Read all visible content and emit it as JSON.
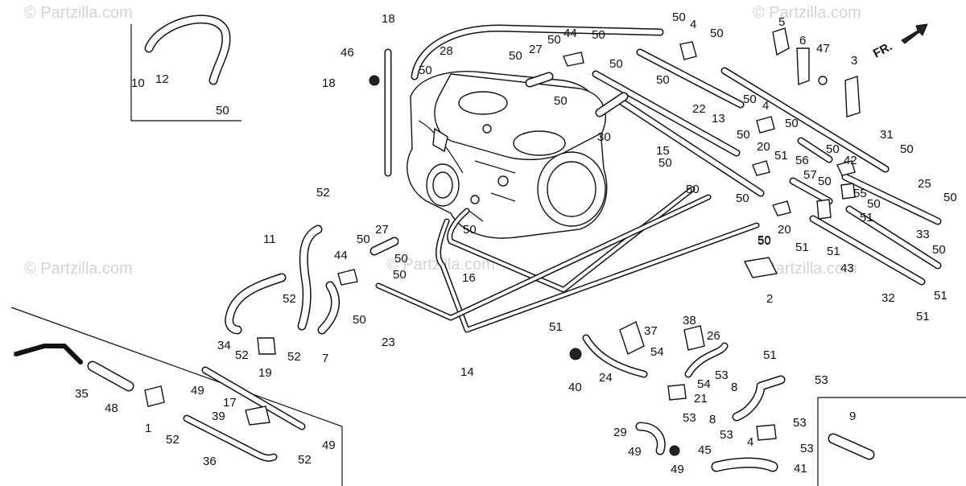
{
  "watermark": "© Partzilla.com",
  "header_watermark": "© Partzilla.com",
  "arrow_label": "FR.",
  "labels": [
    {
      "id": "l18a",
      "text": "18"
    },
    {
      "id": "l28",
      "text": "28"
    },
    {
      "id": "l46",
      "text": "46"
    },
    {
      "id": "l18b",
      "text": "18"
    },
    {
      "id": "l10",
      "text": "10"
    },
    {
      "id": "l12",
      "text": "12"
    },
    {
      "id": "l50a",
      "text": "50"
    },
    {
      "id": "l50b",
      "text": "50"
    },
    {
      "id": "l50c",
      "text": "50"
    },
    {
      "id": "l27a",
      "text": "27"
    },
    {
      "id": "l50d",
      "text": "50"
    },
    {
      "id": "l44a",
      "text": "44"
    },
    {
      "id": "l50e",
      "text": "50"
    },
    {
      "id": "l50f",
      "text": "50"
    },
    {
      "id": "l4a",
      "text": "4"
    },
    {
      "id": "l50g",
      "text": "50"
    },
    {
      "id": "l5",
      "text": "5"
    },
    {
      "id": "l6",
      "text": "6"
    },
    {
      "id": "l47",
      "text": "47"
    },
    {
      "id": "l3",
      "text": "3"
    },
    {
      "id": "l50h",
      "text": "50"
    },
    {
      "id": "l50i",
      "text": "50"
    },
    {
      "id": "l50j",
      "text": "50"
    },
    {
      "id": "l22",
      "text": "22"
    },
    {
      "id": "l50k",
      "text": "50"
    },
    {
      "id": "l4b",
      "text": "4"
    },
    {
      "id": "l13",
      "text": "13"
    },
    {
      "id": "l30",
      "text": "30"
    },
    {
      "id": "l15",
      "text": "15"
    },
    {
      "id": "l50l",
      "text": "50"
    },
    {
      "id": "l50m",
      "text": "50"
    },
    {
      "id": "l20a",
      "text": "20"
    },
    {
      "id": "l51a",
      "text": "51"
    },
    {
      "id": "l56",
      "text": "56"
    },
    {
      "id": "l50n",
      "text": "50"
    },
    {
      "id": "l42",
      "text": "42"
    },
    {
      "id": "l31",
      "text": "31"
    },
    {
      "id": "l50o",
      "text": "50"
    },
    {
      "id": "l50p",
      "text": "50"
    },
    {
      "id": "l50q",
      "text": "50"
    },
    {
      "id": "l50r",
      "text": "50"
    },
    {
      "id": "l57",
      "text": "57"
    },
    {
      "id": "l50s",
      "text": "50"
    },
    {
      "id": "l55",
      "text": "55"
    },
    {
      "id": "l25",
      "text": "25"
    },
    {
      "id": "l50t",
      "text": "50"
    },
    {
      "id": "l50u",
      "text": "50"
    },
    {
      "id": "l50v",
      "text": "50"
    },
    {
      "id": "l20b",
      "text": "20"
    },
    {
      "id": "l50w",
      "text": "50"
    },
    {
      "id": "l51b",
      "text": "51"
    },
    {
      "id": "l51c",
      "text": "51"
    },
    {
      "id": "l43",
      "text": "43"
    },
    {
      "id": "l51d",
      "text": "51"
    },
    {
      "id": "l33",
      "text": "33"
    },
    {
      "id": "l50x",
      "text": "50"
    },
    {
      "id": "l32",
      "text": "32"
    },
    {
      "id": "l51e",
      "text": "51"
    },
    {
      "id": "l51f",
      "text": "51"
    },
    {
      "id": "l2",
      "text": "2"
    },
    {
      "id": "l52a",
      "text": "52"
    },
    {
      "id": "l11",
      "text": "11"
    },
    {
      "id": "l27b",
      "text": "27"
    },
    {
      "id": "l50y",
      "text": "50"
    },
    {
      "id": "l50z",
      "text": "50"
    },
    {
      "id": "l50aa",
      "text": "50"
    },
    {
      "id": "l16",
      "text": "16"
    },
    {
      "id": "l44b",
      "text": "44"
    },
    {
      "id": "l50ab",
      "text": "50"
    },
    {
      "id": "l52b",
      "text": "52"
    },
    {
      "id": "l50ac",
      "text": "50"
    },
    {
      "id": "l23",
      "text": "23"
    },
    {
      "id": "l14",
      "text": "14"
    },
    {
      "id": "l34",
      "text": "34"
    },
    {
      "id": "l52c",
      "text": "52"
    },
    {
      "id": "l52d",
      "text": "52"
    },
    {
      "id": "l7",
      "text": "7"
    },
    {
      "id": "l19",
      "text": "19"
    },
    {
      "id": "l38",
      "text": "38"
    },
    {
      "id": "l37",
      "text": "37"
    },
    {
      "id": "l51g",
      "text": "51"
    },
    {
      "id": "l26",
      "text": "26"
    },
    {
      "id": "l51h",
      "text": "51"
    },
    {
      "id": "l54a",
      "text": "54"
    },
    {
      "id": "l40",
      "text": "40"
    },
    {
      "id": "l24",
      "text": "24"
    },
    {
      "id": "l54b",
      "text": "54"
    },
    {
      "id": "l53a",
      "text": "53"
    },
    {
      "id": "l53b",
      "text": "53"
    },
    {
      "id": "l8a",
      "text": "8"
    },
    {
      "id": "l21",
      "text": "21"
    },
    {
      "id": "l53c",
      "text": "53"
    },
    {
      "id": "l8b",
      "text": "8"
    },
    {
      "id": "l53d",
      "text": "53"
    },
    {
      "id": "l53e",
      "text": "53"
    },
    {
      "id": "l4c",
      "text": "4"
    },
    {
      "id": "l53f",
      "text": "53"
    },
    {
      "id": "l29",
      "text": "29"
    },
    {
      "id": "l49a",
      "text": "49"
    },
    {
      "id": "l45",
      "text": "45"
    },
    {
      "id": "l49b",
      "text": "49"
    },
    {
      "id": "l41",
      "text": "41"
    },
    {
      "id": "l9",
      "text": "9"
    },
    {
      "id": "l35",
      "text": "35"
    },
    {
      "id": "l48",
      "text": "48"
    },
    {
      "id": "l1",
      "text": "1"
    },
    {
      "id": "l49c",
      "text": "49"
    },
    {
      "id": "l17",
      "text": "17"
    },
    {
      "id": "l39",
      "text": "39"
    },
    {
      "id": "l52e",
      "text": "52"
    },
    {
      "id": "l36",
      "text": "36"
    },
    {
      "id": "l49d",
      "text": "49"
    },
    {
      "id": "l52f",
      "text": "52"
    }
  ]
}
